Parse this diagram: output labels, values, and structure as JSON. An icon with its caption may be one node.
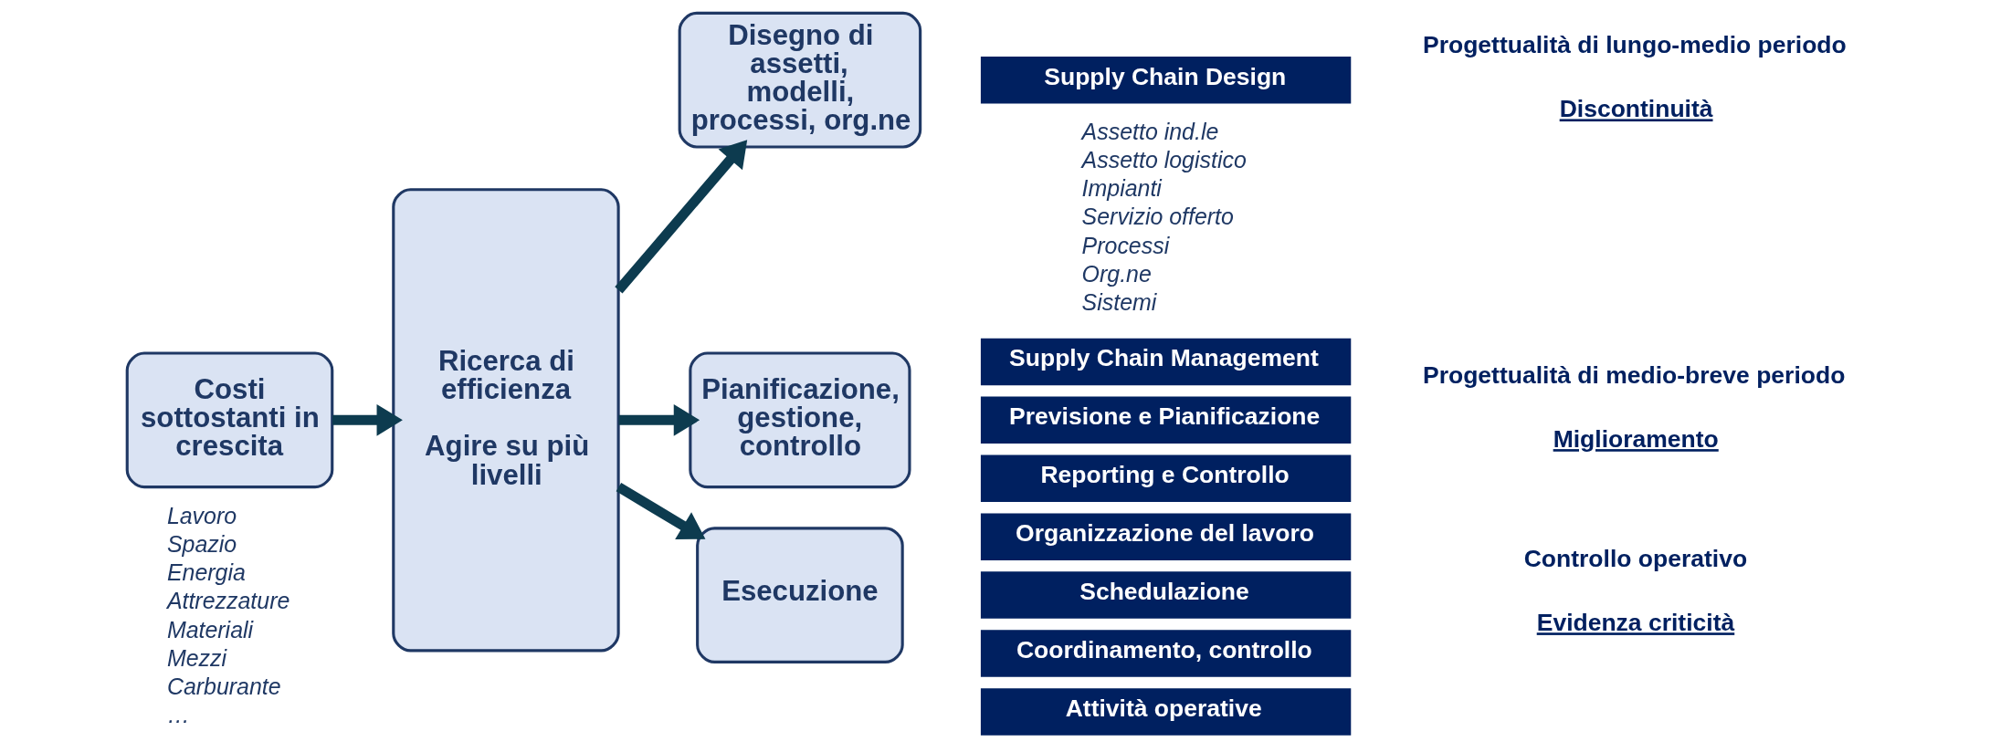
{
  "diagram": {
    "nodes": [
      {
        "text": [
          "Costi sottostanti in crescita"
        ],
        "beside": [
          "Lavoro",
          "Spazio",
          "Energia",
          "Attrezzature",
          "Materiali",
          "Mezzi",
          "Carburante",
          "…"
        ]
      },
      {
        "text": [
          "Ricerca di efficienza",
          "Agire su più livelli"
        ]
      },
      {
        "text": [
          "Disegno di assetti, modelli, processi, org.ne"
        ]
      },
      {
        "text": [
          "Pianificazione, gestione, controllo"
        ]
      },
      {
        "text": [
          "Esecuzione"
        ]
      },
      {
        "text": [
          "Supply Chain Design"
        ],
        "beside": [
          "Assetto ind.le",
          "Assetto logistico",
          "Impianti",
          "Servizio offerto",
          "Processi",
          "Org.ne",
          "Sistemi"
        ]
      },
      {
        "text": [
          "Supply Chain Management"
        ]
      },
      {
        "text": [
          "Previsione e Pianificazione"
        ]
      },
      {
        "text": [
          "Reporting e Controllo"
        ]
      },
      {
        "text": [
          "Organizzazione del lavoro"
        ]
      },
      {
        "text": [
          "Schedulazione"
        ]
      },
      {
        "text": [
          "Coordinamento, controllo"
        ]
      },
      {
        "text": [
          "Attività operative"
        ]
      }
    ],
    "edges": [
      {
        "from": 0,
        "to": 1,
        "arrow": "to"
      },
      {
        "from": 1,
        "to": 2,
        "arrow": "to"
      },
      {
        "from": 1,
        "to": 3,
        "arrow": "to"
      },
      {
        "from": 1,
        "to": 4,
        "arrow": "to"
      }
    ],
    "labels": [
      "Progettualità di lungo-medio periodo",
      "Discontinuità",
      "Progettualità di medio-breve periodo",
      "Miglioramento",
      "Controllo operativo",
      "Evidenza criticità"
    ]
  }
}
